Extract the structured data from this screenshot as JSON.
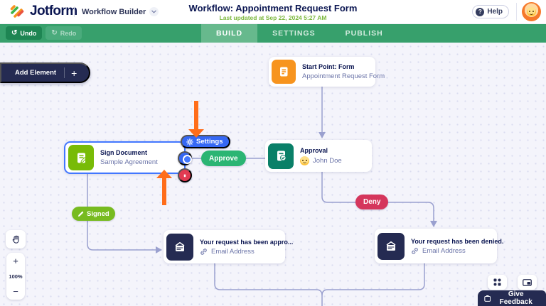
{
  "header": {
    "logo": "Jotform",
    "product": "Workflow Builder",
    "title": "Workflow: Appointment Request Form",
    "last_updated": "Last updated at Sep 22, 2024 5:27 AM",
    "help": "Help"
  },
  "toolbar": {
    "undo": "Undo",
    "redo": "Redo",
    "tabs": [
      {
        "label": "BUILD",
        "active": true
      },
      {
        "label": "SETTINGS",
        "active": false
      },
      {
        "label": "PUBLISH",
        "active": false
      }
    ]
  },
  "canvas": {
    "add_element": "Add Element",
    "add_element_plus": "+",
    "nodes": {
      "start": {
        "title": "Start Point: Form",
        "subtitle": "Appointment Request Form"
      },
      "sign": {
        "title": "Sign Document",
        "subtitle": "Sample Agreement"
      },
      "approval": {
        "title": "Approval",
        "assignee": "John Doe"
      },
      "email_approved": {
        "title": "Your request has been appro...",
        "subtitle": "Email Address"
      },
      "email_denied": {
        "title": "Your request has been denied.",
        "subtitle": "Email Address"
      }
    },
    "badges": {
      "approve": "Approve",
      "deny": "Deny",
      "signed": "Signed"
    },
    "actions": {
      "settings": "Settings"
    },
    "zoom": {
      "in": "+",
      "out": "−",
      "level": "100%"
    }
  },
  "footer": {
    "give_feedback": "Give Feedback"
  },
  "icons": {
    "start_node": "form-icon",
    "sign_node": "sign-document-icon",
    "approval_node": "approval-check-icon",
    "email_nodes": "envelope-icon",
    "annotations": "orange-arrow"
  },
  "colors": {
    "navy": "#0a1551",
    "toolbar_green": "#37a06c",
    "active_tab_green": "#67b98d",
    "orange": "#f7941e",
    "lime": "#78bb07",
    "teal": "#0a8068",
    "selection_blue": "#4277ff",
    "settings_blue": "#3568f5",
    "approve_green": "#2bb573",
    "deny_red": "#d5365c",
    "delete_red": "#e23b52",
    "wire_purple": "#9aa0cf",
    "annotation_orange": "#ff6d1a"
  }
}
